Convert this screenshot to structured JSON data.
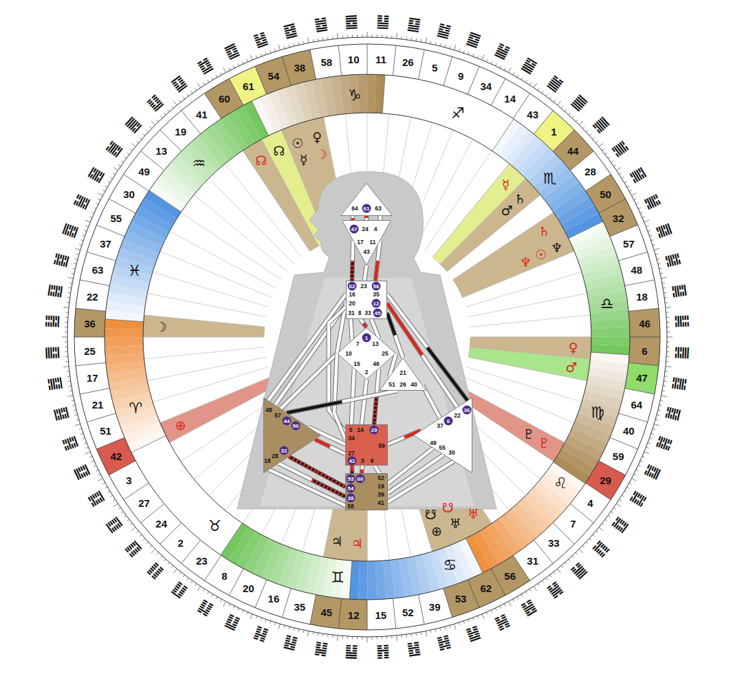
{
  "diagram": {
    "nodes": [
      {
        "text": [
          "64",
          "61",
          "63"
        ]
      },
      {
        "text": [
          "47",
          "24",
          "4",
          "17",
          "11",
          "43"
        ]
      },
      {
        "text": [
          "62",
          "23",
          "56",
          "16",
          "35",
          "20",
          "12",
          "31",
          "8",
          "33",
          "45"
        ]
      },
      {
        "text": [
          "1",
          "7",
          "13",
          "10",
          "25",
          "15",
          "46",
          "2"
        ]
      },
      {
        "text": [
          "21",
          "51",
          "26",
          "40"
        ]
      },
      {
        "text": [
          "48",
          "57",
          "44",
          "50",
          "32",
          "28",
          "18"
        ]
      },
      {
        "text": [
          "5",
          "14",
          "29",
          "34",
          "59",
          "27",
          "42",
          "3",
          "9"
        ]
      },
      {
        "text": [
          "36",
          "22",
          "6",
          "37",
          "49",
          "55",
          "30"
        ]
      },
      {
        "text": [
          "53",
          "60",
          "52",
          "54",
          "19",
          "38",
          "39",
          "58",
          "41"
        ]
      }
    ],
    "edges": [
      {
        "from": 0,
        "to": 1,
        "arrow": "none"
      },
      {
        "from": 0,
        "to": 1,
        "arrow": "none"
      },
      {
        "from": 0,
        "to": 1,
        "arrow": "none"
      },
      {
        "from": 1,
        "to": 2,
        "arrow": "none"
      },
      {
        "from": 1,
        "to": 2,
        "arrow": "none"
      },
      {
        "from": 1,
        "to": 2,
        "arrow": "none"
      },
      {
        "from": 2,
        "to": 3,
        "arrow": "none"
      },
      {
        "from": 2,
        "to": 3,
        "arrow": "none"
      },
      {
        "from": 2,
        "to": 3,
        "arrow": "none"
      },
      {
        "from": 2,
        "to": 3,
        "arrow": "none"
      },
      {
        "from": 2,
        "to": 5,
        "arrow": "none"
      },
      {
        "from": 2,
        "to": 5,
        "arrow": "none"
      },
      {
        "from": 2,
        "to": 6,
        "arrow": "none"
      },
      {
        "from": 2,
        "to": 4,
        "arrow": "none"
      },
      {
        "from": 2,
        "to": 7,
        "arrow": "none"
      },
      {
        "from": 2,
        "to": 7,
        "arrow": "none"
      },
      {
        "from": 3,
        "to": 6,
        "arrow": "none"
      },
      {
        "from": 3,
        "to": 6,
        "arrow": "none"
      },
      {
        "from": 3,
        "to": 6,
        "arrow": "none"
      },
      {
        "from": 3,
        "to": 4,
        "arrow": "none"
      },
      {
        "from": 3,
        "to": 5,
        "arrow": "none"
      },
      {
        "from": 3,
        "to": 6,
        "arrow": "none"
      },
      {
        "from": 4,
        "to": 5,
        "arrow": "none"
      },
      {
        "from": 4,
        "to": 7,
        "arrow": "none"
      },
      {
        "from": 5,
        "to": 6,
        "arrow": "none"
      },
      {
        "from": 5,
        "to": 6,
        "arrow": "none"
      },
      {
        "from": 5,
        "to": 8,
        "arrow": "none"
      },
      {
        "from": 5,
        "to": 8,
        "arrow": "none"
      },
      {
        "from": 5,
        "to": 8,
        "arrow": "none"
      },
      {
        "from": 6,
        "to": 8,
        "arrow": "none"
      },
      {
        "from": 6,
        "to": 8,
        "arrow": "none"
      },
      {
        "from": 6,
        "to": 8,
        "arrow": "none"
      },
      {
        "from": 6,
        "to": 7,
        "arrow": "none"
      },
      {
        "from": 7,
        "to": 8,
        "arrow": "none"
      },
      {
        "from": 7,
        "to": 8,
        "arrow": "none"
      },
      {
        "from": 7,
        "to": 8,
        "arrow": "none"
      }
    ],
    "labels": [
      "䷹",
      "䷉",
      "䷊",
      "䷙",
      "䷄",
      "䷈",
      "䷡",
      "䷍",
      "䷪",
      "䷀",
      "䷫",
      "䷛",
      "䷱",
      "䷟",
      "䷸",
      "䷯",
      "䷑",
      "䷭",
      "䷅",
      "䷮",
      "䷿",
      "䷧",
      "䷺",
      "䷜",
      "䷃",
      "䷆",
      "䷠",
      "䷞",
      "䷷",
      "䷽",
      "䷴",
      "䷦",
      "䷳",
      "䷎",
      "䷋",
      "䷬",
      "䷢",
      "䷏",
      "䷓",
      "䷇",
      "䷖",
      "䷁",
      "䷗",
      "䷚",
      "䷂",
      "䷩",
      "䷲",
      "䷔",
      "䷐",
      "䷘",
      "䷣",
      "䷕",
      "䷾",
      "䷤",
      "䷶",
      "䷝",
      "䷰",
      "䷌",
      "䷒",
      "䷨",
      "䷻",
      "䷼",
      "䷵",
      "䷥",
      "58",
      "10",
      "11",
      "26",
      "5",
      "9",
      "34",
      "14",
      "43",
      "1",
      "44",
      "28",
      "50",
      "32",
      "57",
      "48",
      "18",
      "46",
      "6",
      "47",
      "64",
      "40",
      "59",
      "29",
      "4",
      "7",
      "33",
      "31",
      "56",
      "62",
      "53",
      "39",
      "52",
      "15",
      "12",
      "45",
      "35",
      "16",
      "20",
      "8",
      "23",
      "2",
      "24",
      "27",
      "3",
      "42",
      "51",
      "21",
      "17",
      "25",
      "36",
      "22",
      "63",
      "37",
      "55",
      "30",
      "49",
      "13",
      "19",
      "41",
      "60",
      "61",
      "54",
      "38",
      "♑",
      "♐",
      "♏",
      "♎",
      "♍",
      "♌",
      "♋",
      "♊",
      "♉",
      "♈",
      "♓",
      "♒",
      "☊",
      "☊",
      "☉",
      "☿",
      "♀",
      "☽",
      "☿",
      "♄",
      "♂",
      "♄",
      "♆",
      "☉",
      "♆",
      "♀",
      "♂",
      "♇",
      "♇",
      "♅",
      "♅",
      "☋",
      "⊕",
      "☋",
      "♃",
      "♃",
      "⊕",
      "☽"
    ]
  }
}
